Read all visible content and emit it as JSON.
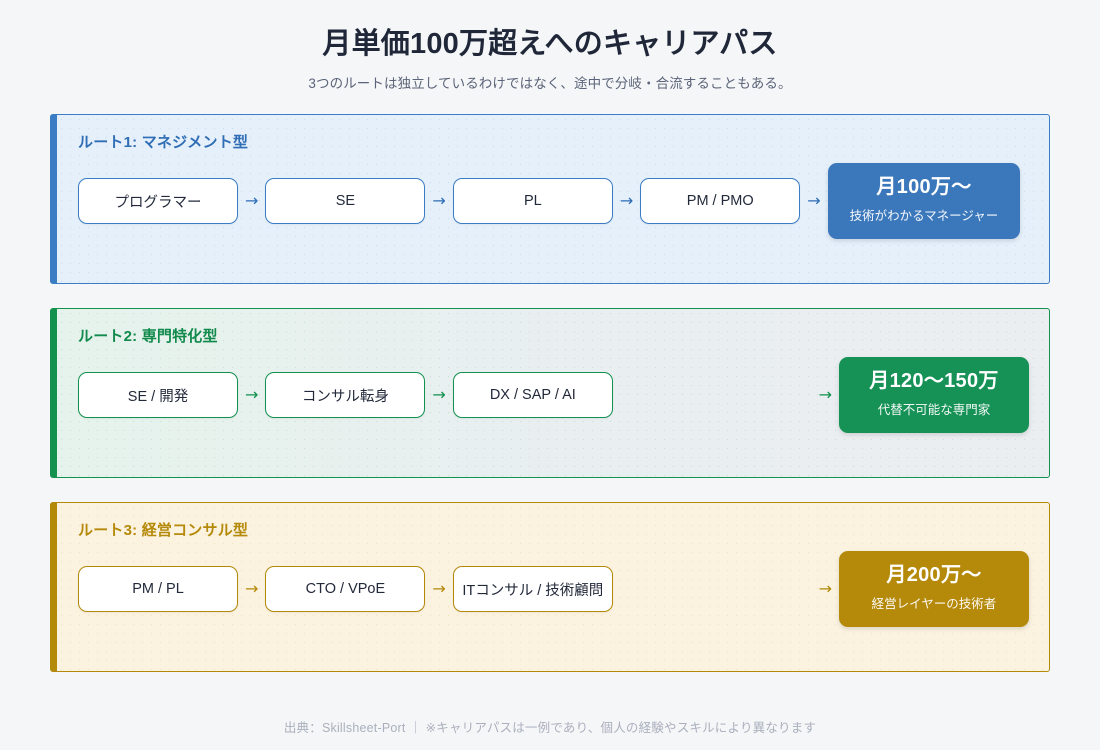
{
  "header": {
    "title": "月単価100万超えへのキャリアパス",
    "subtitle": "3つのルートは独立しているわけではなく、途中で分岐・合流することもある。"
  },
  "arrow_glyph": "→",
  "routes": [
    {
      "id": "route-1",
      "label": "ルート1: マネジメント型",
      "accent_color": "#3b7dc4",
      "result_bg": "#3b77bb",
      "background": "#e5f0fb",
      "steps": [
        {
          "label": "プログラマー",
          "width": 160
        },
        {
          "label": "SE",
          "width": 160
        },
        {
          "label": "PL",
          "width": 160
        },
        {
          "label": "PM / PMO",
          "width": 160
        }
      ],
      "result": {
        "amount": "月100万〜",
        "desc": "技術がわかるマネージャー"
      }
    },
    {
      "id": "route-2",
      "label": "ルート2: 専門特化型",
      "accent_color": "#12914f",
      "result_bg": "#169257",
      "background": "#e6f3ec",
      "steps": [
        {
          "label": "SE / 開発",
          "width": 160
        },
        {
          "label": "コンサル転身",
          "width": 160
        },
        {
          "label": "DX / SAP / AI",
          "width": 160
        }
      ],
      "result": {
        "amount": "月120〜150万",
        "desc": "代替不可能な専門家"
      }
    },
    {
      "id": "route-3",
      "label": "ルート3: 経営コンサル型",
      "accent_color": "#b3890a",
      "result_bg": "#b5890a",
      "background": "#fbf3e0",
      "steps": [
        {
          "label": "PM / PL",
          "width": 160
        },
        {
          "label": "CTO / VPoE",
          "width": 160
        },
        {
          "label": "ITコンサル / 技術顧問",
          "width": 160
        }
      ],
      "result": {
        "amount": "月200万〜",
        "desc": "経営レイヤーの技術者"
      }
    }
  ],
  "footer": {
    "text": "出典：Skillsheet-Port ｜ ※キャリアパスは一例であり、個人の経験やスキルにより異なります"
  }
}
